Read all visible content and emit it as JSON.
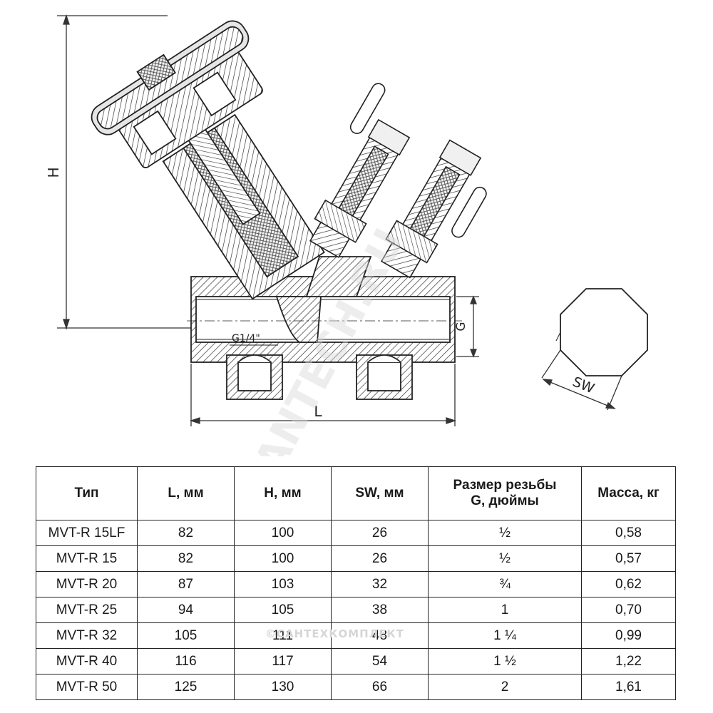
{
  "drawing": {
    "dim_labels": {
      "height": "H",
      "length": "L",
      "thread": "G",
      "wrench": "SW",
      "port": "G1/4\""
    },
    "watermarks": {
      "main": "SANTECH.RU",
      "small": "©САНТЕХКОМПЛЕКТ"
    }
  },
  "table": {
    "headers": [
      "Тип",
      "L, мм",
      "H, мм",
      "SW, мм",
      "Размер резьбы\nG, дюймы",
      "Масса, кг"
    ],
    "rows": [
      [
        "MVT-R 15LF",
        "82",
        "100",
        "26",
        "½",
        "0,58"
      ],
      [
        "MVT-R 15",
        "82",
        "100",
        "26",
        "½",
        "0,57"
      ],
      [
        "MVT-R 20",
        "87",
        "103",
        "32",
        "¾",
        "0,62"
      ],
      [
        "MVT-R 25",
        "94",
        "105",
        "38",
        "1",
        "0,70"
      ],
      [
        "MVT-R 32",
        "105",
        "111",
        "48",
        "1 ¼",
        "0,99"
      ],
      [
        "MVT-R 40",
        "116",
        "117",
        "54",
        "1 ½",
        "1,22"
      ],
      [
        "MVT-R 50",
        "125",
        "130",
        "66",
        "2",
        "1,61"
      ]
    ]
  }
}
